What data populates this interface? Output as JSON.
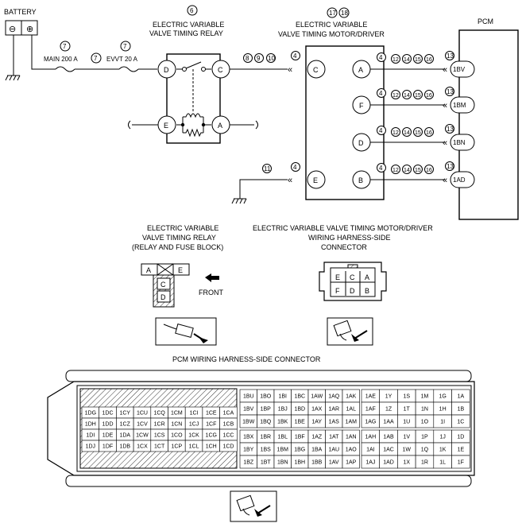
{
  "battery": {
    "label": "BATTERY",
    "neg": "⊖",
    "pos": "⊕"
  },
  "fuses": {
    "main": "MAIN 200 A",
    "evvt": "EVVT 20 A",
    "note_main": "7",
    "note_evvt": "7",
    "note_mid": "7"
  },
  "relay": {
    "num": "6",
    "title1": "ELECTRIC VARIABLE",
    "title2": "VALVE TIMING RELAY",
    "pins": {
      "D": "D",
      "C": "C",
      "E": "E",
      "A": "A"
    }
  },
  "wire_notes": {
    "n8": "8",
    "n9": "9",
    "n10": "10",
    "n11": "11",
    "n4": "4",
    "n13": "13"
  },
  "motor": {
    "num1": "17",
    "num2": "18",
    "title1": "ELECTRIC VARIABLE",
    "title2": "VALVE TIMING MOTOR/DRIVER",
    "pins": {
      "C": "C",
      "A": "A",
      "F": "F",
      "D": "D",
      "E": "E",
      "B": "B"
    }
  },
  "pcm": {
    "label": "PCM",
    "pins": [
      "1BV",
      "1BM",
      "1BN",
      "1AD"
    ]
  },
  "mid_notes": [
    "12",
    "14",
    "15",
    "16"
  ],
  "relay_conn": {
    "t1": "ELECTRIC VARIABLE",
    "t2": "VALVE TIMING RELAY",
    "t3": "(RELAY AND FUSE BLOCK)",
    "cells": [
      "A",
      "E",
      "C",
      "D"
    ],
    "front": "FRONT"
  },
  "motor_conn": {
    "t1": "ELECTRIC VARIABLE VALVE TIMING MOTOR/DRIVER",
    "t2": "WIRING HARNESS-SIDE",
    "t3": "CONNECTOR",
    "row1": [
      "E",
      "C",
      "A"
    ],
    "row2": [
      "F",
      "D",
      "B"
    ]
  },
  "pcm_conn": {
    "title": "PCM WIRING HARNESS-SIDE CONNECTOR",
    "left_block": [
      [
        "1DG",
        "1DC",
        "1CY",
        "1CU",
        "1CQ",
        "1CM",
        "1CI",
        "1CE",
        "1CA"
      ],
      [
        "1DH",
        "1DD",
        "1CZ",
        "1CV",
        "1CR",
        "1CN",
        "1CJ",
        "1CF",
        "1CB"
      ],
      [
        "1DI",
        "1DE",
        "1DA",
        "1CW",
        "1CS",
        "1CO",
        "1CK",
        "1CG",
        "1CC"
      ],
      [
        "1DJ",
        "1DF",
        "1DB",
        "1CX",
        "1CT",
        "1CP",
        "1CL",
        "1CH",
        "1CD"
      ]
    ],
    "mid_block": [
      [
        "1BU",
        "1BO",
        "1BI",
        "1BC",
        "1AW",
        "1AQ",
        "1AK"
      ],
      [
        "1BV",
        "1BP",
        "1BJ",
        "1BD",
        "1AX",
        "1AR",
        "1AL"
      ],
      [
        "1BW",
        "1BQ",
        "1BK",
        "1BE",
        "1AY",
        "1AS",
        "1AM"
      ],
      [
        "1BX",
        "1BR",
        "1BL",
        "1BF",
        "1AZ",
        "1AT",
        "1AN"
      ],
      [
        "1BY",
        "1BS",
        "1BM",
        "1BG",
        "1BA",
        "1AU",
        "1AO"
      ],
      [
        "1BZ",
        "1BT",
        "1BN",
        "1BH",
        "1BB",
        "1AV",
        "1AP"
      ]
    ],
    "right_block": [
      [
        "1AE",
        "1Y",
        "1S",
        "1M",
        "1G",
        "1A"
      ],
      [
        "1AF",
        "1Z",
        "1T",
        "1N",
        "1H",
        "1B"
      ],
      [
        "1AG",
        "1AA",
        "1U",
        "1O",
        "1I",
        "1C"
      ],
      [
        "1AH",
        "1AB",
        "1V",
        "1P",
        "1J",
        "1D"
      ],
      [
        "1AI",
        "1AC",
        "1W",
        "1Q",
        "1K",
        "1E"
      ],
      [
        "1AJ",
        "1AD",
        "1X",
        "1R",
        "1L",
        "1F"
      ]
    ]
  }
}
